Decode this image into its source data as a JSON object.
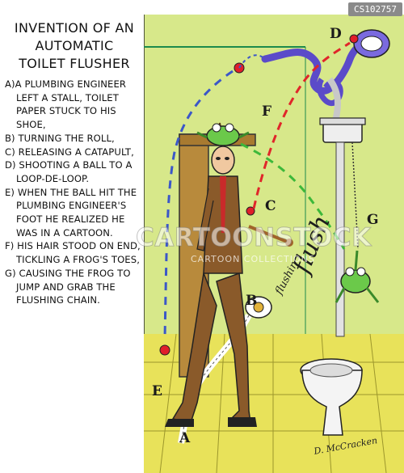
{
  "catalog_code": "CS102757",
  "title_lines": [
    "INVENTION OF AN",
    "AUTOMATIC",
    "TOILET FLUSHER"
  ],
  "steps": [
    "A)A PLUMBING ENGINEER LEFT A STALL, TOILET PAPER STUCK TO HIS SHOE,",
    "B) TURNING THE ROLL,",
    "C) RELEASING A CATAPULT,",
    "D) SHOOTING A BALL TO A LOOP-DE-LOOP.",
    "E) WHEN THE BALL HIT THE PLUMBING ENGINEER'S FOOT HE REALIZED HE WAS IN A CARTOON.",
    "F) HIS HAIR STOOD ON END, TICKLING A FROG'S TOES,",
    "G) CAUSING THE FROG TO JUMP AND GRAB THE FLUSHING CHAIN."
  ],
  "labels": {
    "a": "A",
    "b": "B",
    "c": "C",
    "d": "D",
    "e": "E",
    "f": "F",
    "g": "G"
  },
  "sound_effect": "flush",
  "sound_effect_small": "flushin",
  "watermark": "CARTOONSTOCK",
  "watermark_sub": "CARTOON COLLECTIONS",
  "signature": "D. McCracken",
  "colors": {
    "wall": "#d7e88a",
    "floor": "#e8e25a",
    "stall": "#b88a3c",
    "suit": "#8a5a2a",
    "frog": "#6bc94a",
    "pipe": "#5b4bc9",
    "ball": "#e01e2a",
    "dash_red": "#e0262a",
    "dash_green": "#3db83a",
    "dash_blue": "#3b57c8"
  }
}
